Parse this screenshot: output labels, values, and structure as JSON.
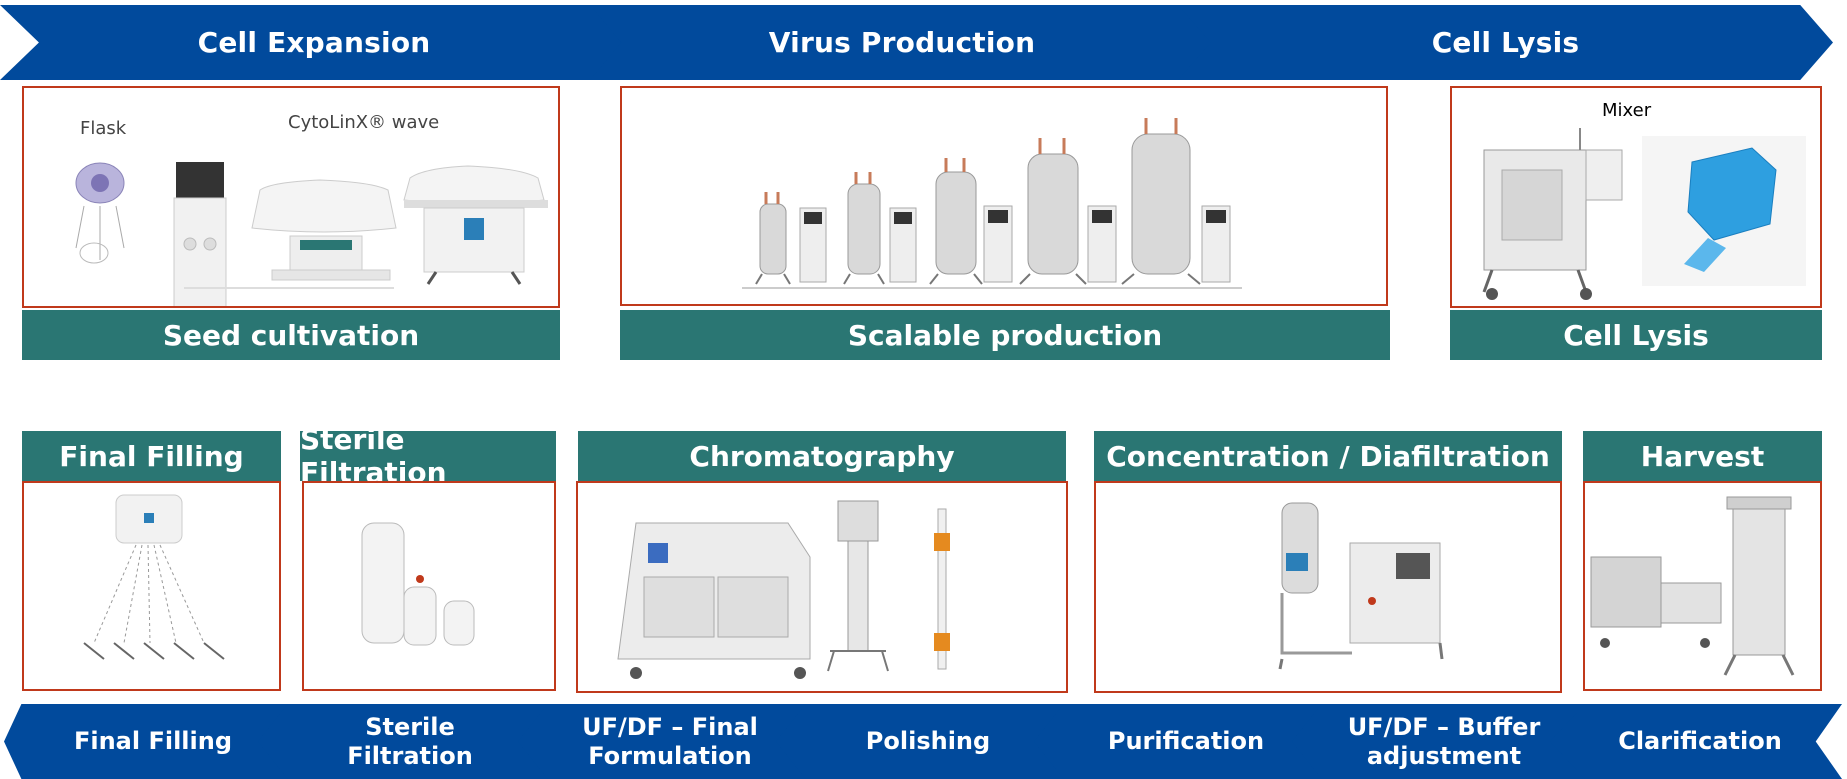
{
  "top_flow": [
    {
      "label": "Cell Expansion"
    },
    {
      "label": "Virus Production"
    },
    {
      "label": "Cell Lysis"
    }
  ],
  "upstream_panels": {
    "seed": {
      "title": "Seed cultivation",
      "captions": {
        "flask": "Flask",
        "wave": "CytoLinX® wave"
      }
    },
    "scalable": {
      "title": "Scalable production"
    },
    "lysis": {
      "title": "Cell Lysis",
      "captions": {
        "mixer": "Mixer"
      }
    }
  },
  "downstream_panels": [
    {
      "title": "Final Filling"
    },
    {
      "title": "Sterile Filtration"
    },
    {
      "title": "Chromatography"
    },
    {
      "title": "Concentration / Diafiltration"
    },
    {
      "title": "Harvest"
    }
  ],
  "bottom_flow": [
    {
      "label": "Final Filling"
    },
    {
      "label": "Sterile Filtration"
    },
    {
      "label": "UF/DF – Final Formulation"
    },
    {
      "label": "Polishing"
    },
    {
      "label": "Purification"
    },
    {
      "label": "UF/DF – Buffer adjustment"
    },
    {
      "label": "Clarification"
    }
  ],
  "colors": {
    "flow_blue": "#014a9c",
    "header_teal": "#2a7673",
    "frame_red": "#c0391b"
  }
}
